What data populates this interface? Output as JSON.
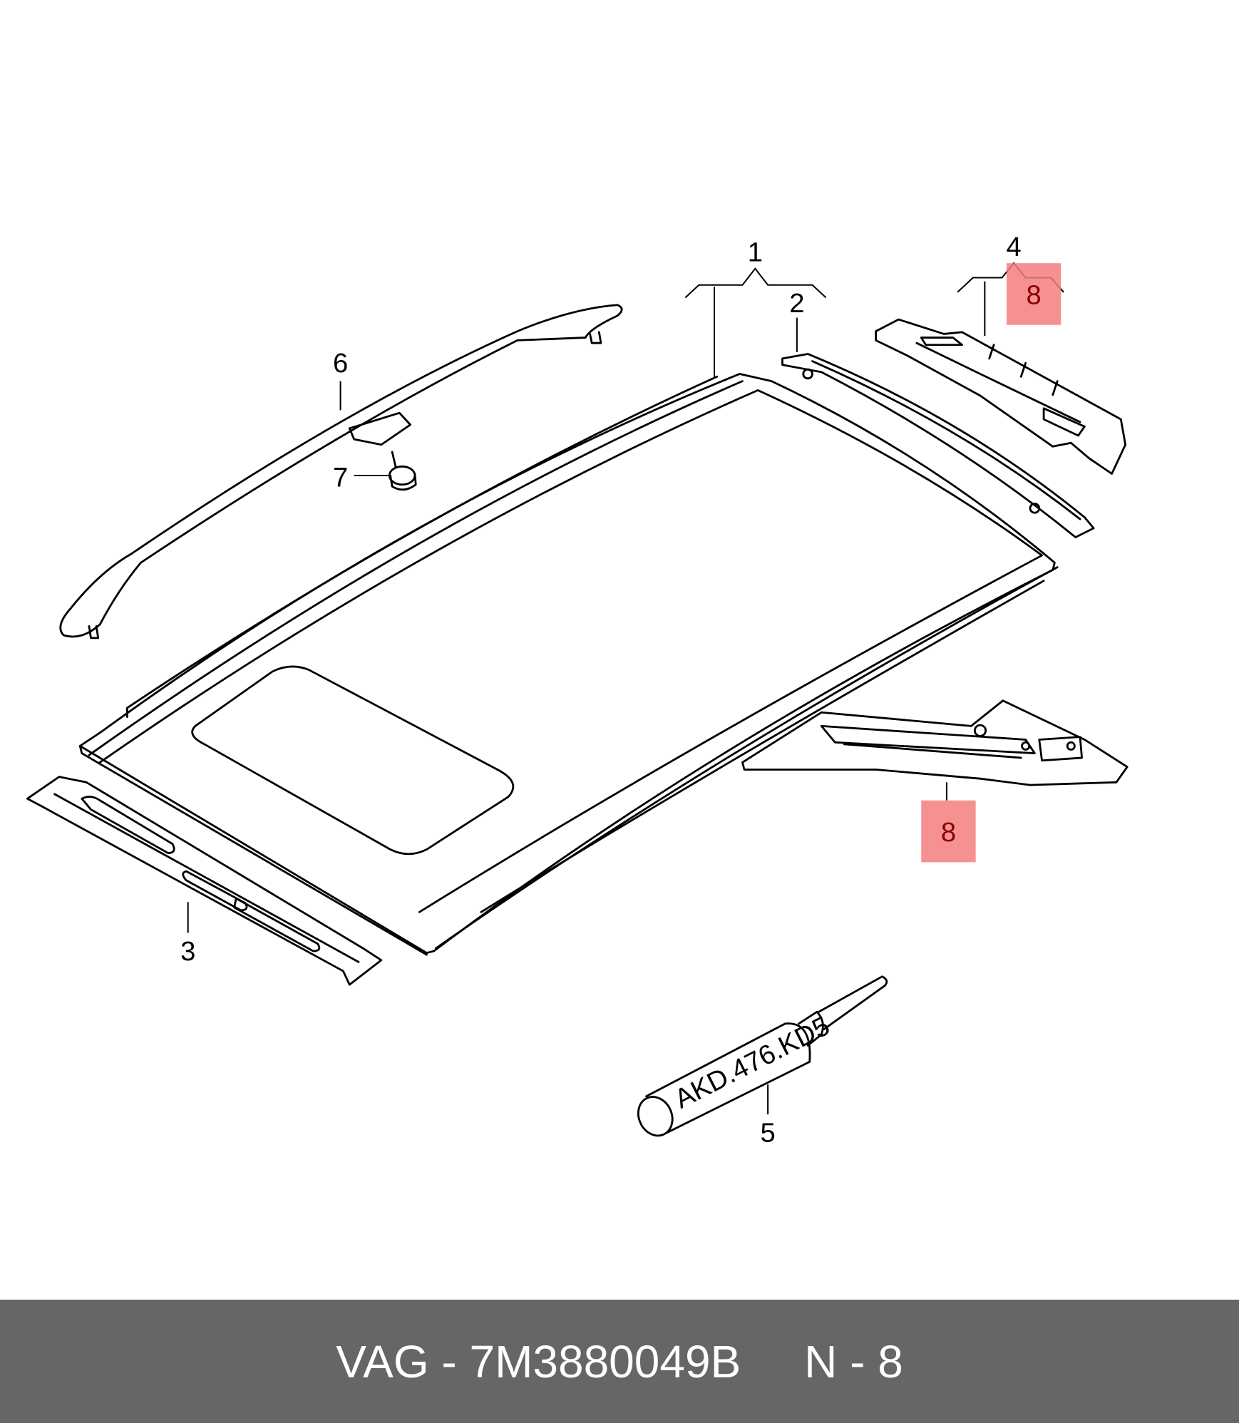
{
  "diagram": {
    "callouts": [
      "1",
      "2",
      "3",
      "4",
      "5",
      "6",
      "7"
    ],
    "highlighted_callouts": [
      "8",
      "8"
    ],
    "tube_label": "AKD.476.KD5",
    "highlight_color": "#f47e7e"
  },
  "footer": {
    "brand": "VAG",
    "part_number": "7M3880049B",
    "position": "N - 8",
    "text": "VAG - 7M3880049B     N - 8",
    "background": "#666666"
  }
}
